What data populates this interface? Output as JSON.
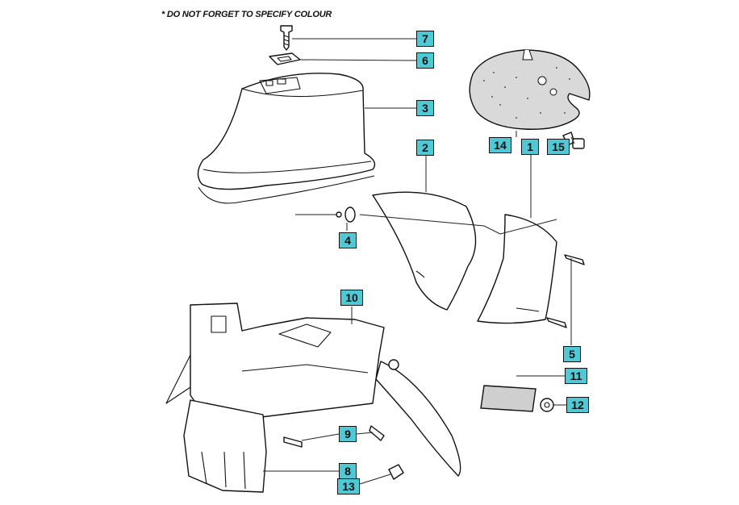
{
  "note": "* DO NOT FORGET TO SPECIFY COLOUR",
  "callouts": [
    {
      "label": "7"
    },
    {
      "label": "6"
    },
    {
      "label": "3"
    },
    {
      "label": "14"
    },
    {
      "label": "1"
    },
    {
      "label": "15"
    },
    {
      "label": "2"
    },
    {
      "label": "4"
    },
    {
      "label": "10"
    },
    {
      "label": "5"
    },
    {
      "label": "11"
    },
    {
      "label": "12"
    },
    {
      "label": "9"
    },
    {
      "label": "8"
    },
    {
      "label": "13"
    }
  ],
  "colors": {
    "callout_fill": "#4fc9d6",
    "line": "#111111"
  }
}
